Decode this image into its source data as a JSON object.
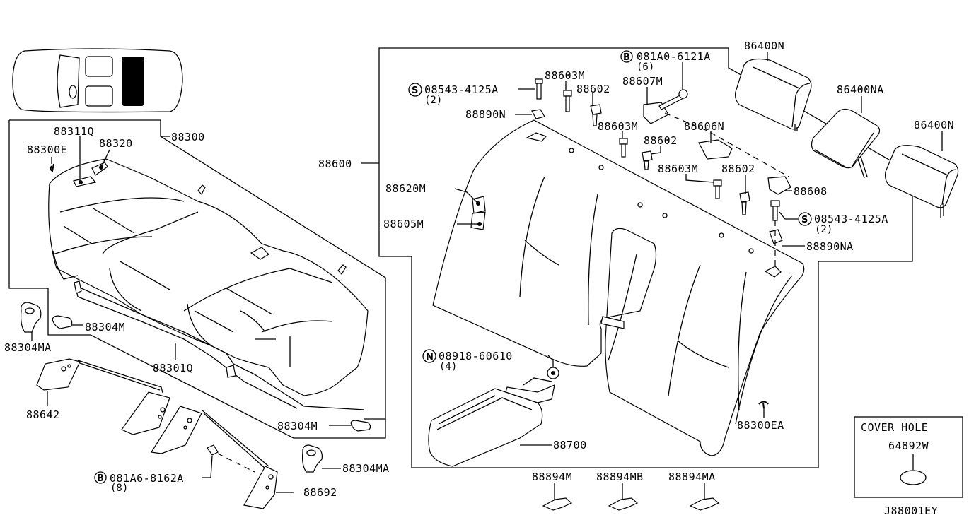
{
  "diagram": {
    "title": "Rear Seat Parts Diagram",
    "reference_code": "J88001EY",
    "legend_box": {
      "title": "COVER HOLE",
      "part_number": "64892W"
    },
    "seat_position_indicator": {
      "highlighted_position": "rear"
    },
    "labels": {
      "p88300": "88300",
      "p88311Q": "88311Q",
      "p88300E": "88300E",
      "p88320": "88320",
      "p88304M_a": "88304M",
      "p88304MA_a": "88304MA",
      "p88301Q": "88301Q",
      "p88642": "88642",
      "p88304M_b": "88304M",
      "p88304MA_b": "88304MA",
      "p88692": "88692",
      "p081A6": "081A6-8162A",
      "p081A6_qty": "(8)",
      "p081A6_prefix": "B",
      "p88600": "88600",
      "p08543_a": "08543-4125A",
      "p08543_a_qty": "(2)",
      "p08543_a_prefix": "S",
      "p88603M_a": "88603M",
      "p88602_a": "88602",
      "p88890N": "88890N",
      "p081A0": "081A0-6121A",
      "p081A0_qty": "(6)",
      "p081A0_prefix": "B",
      "p88607M": "88607M",
      "p88603M_b": "88603M",
      "p88602_b": "88602",
      "p88606N": "88606N",
      "p88603M_c": "88603M",
      "p88602_c": "88602",
      "p88608": "88608",
      "p08543_b": "08543-4125A",
      "p08543_b_qty": "(2)",
      "p08543_b_prefix": "S",
      "p88890NA": "88890NA",
      "p88620M": "88620M",
      "p88605M": "88605M",
      "p08918": "08918-60610",
      "p08918_qty": "(4)",
      "p08918_prefix": "N",
      "p88700": "88700",
      "p88300EA": "88300EA",
      "p86400N_a": "86400N",
      "p86400NA": "86400NA",
      "p86400N_b": "86400N",
      "p88894M": "88894M",
      "p88894MB": "88894MB",
      "p88894MA": "88894MA"
    }
  }
}
